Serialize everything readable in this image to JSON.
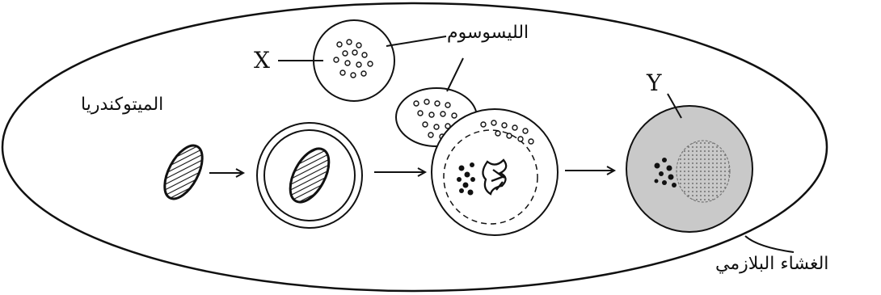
{
  "labels": {
    "lysosome": "الليسوسوم",
    "mitochondria": "الميتوكندريا",
    "plasma_membrane": "الغشاء البلازمي",
    "x": "X",
    "y": "Y"
  }
}
